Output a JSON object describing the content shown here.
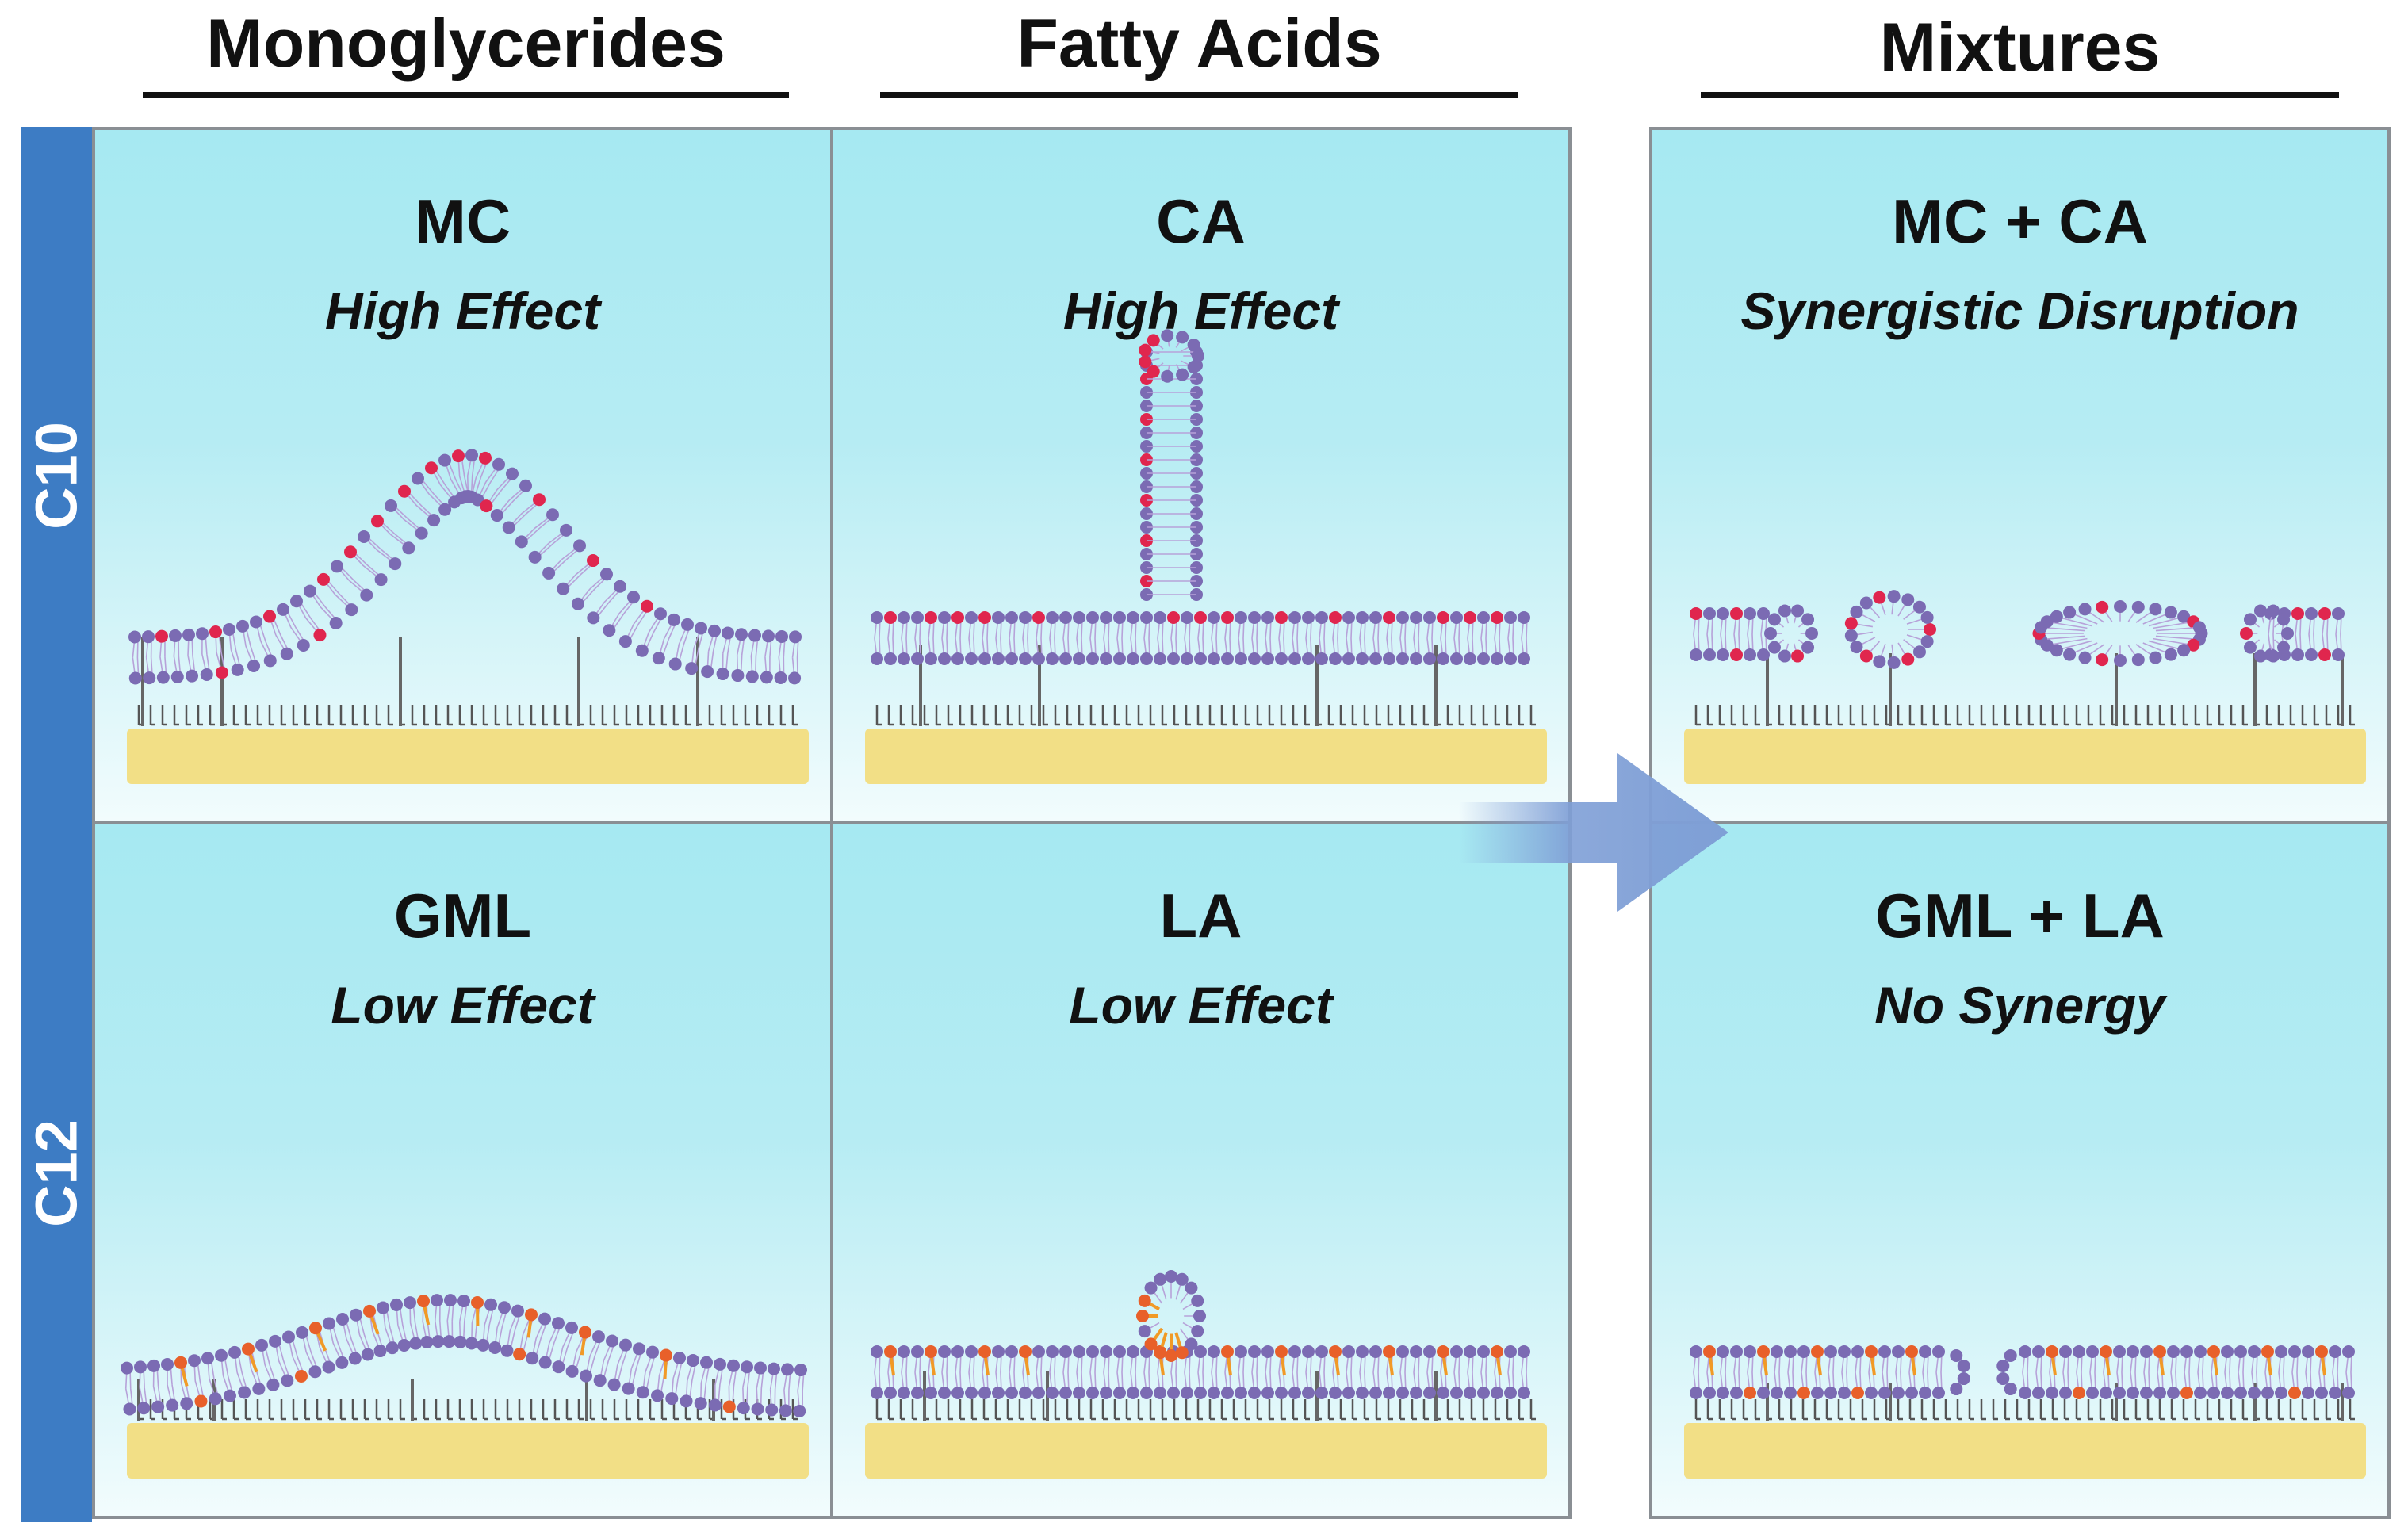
{
  "columns": [
    {
      "key": "monoglycerides",
      "label": "Monoglycerides"
    },
    {
      "key": "fatty_acids",
      "label": "Fatty Acids"
    },
    {
      "key": "mixtures",
      "label": "Mixtures"
    }
  ],
  "rows": [
    {
      "key": "c10",
      "label": "C10"
    },
    {
      "key": "c12",
      "label": "C12"
    }
  ],
  "panels": {
    "mc": {
      "title": "MC",
      "subtitle": "High Effect"
    },
    "ca": {
      "title": "CA",
      "subtitle": "High Effect"
    },
    "mc_ca": {
      "title": "MC + CA",
      "subtitle": "Synergistic Disruption"
    },
    "gml": {
      "title": "GML",
      "subtitle": "Low Effect"
    },
    "la": {
      "title": "LA",
      "subtitle": "Low Effect"
    },
    "gml_la": {
      "title": "GML + LA",
      "subtitle": "No Synergy"
    }
  },
  "colors": {
    "row_bar": "#3d7cc4",
    "lipid_head": "#7b6bb3",
    "c10_insert_head": "#e0264e",
    "c12_insert_head": "#e8602a",
    "c12_insert_tail": "#f19a26",
    "substrate": "#f2df86",
    "arrow": "#7f9fd6"
  }
}
